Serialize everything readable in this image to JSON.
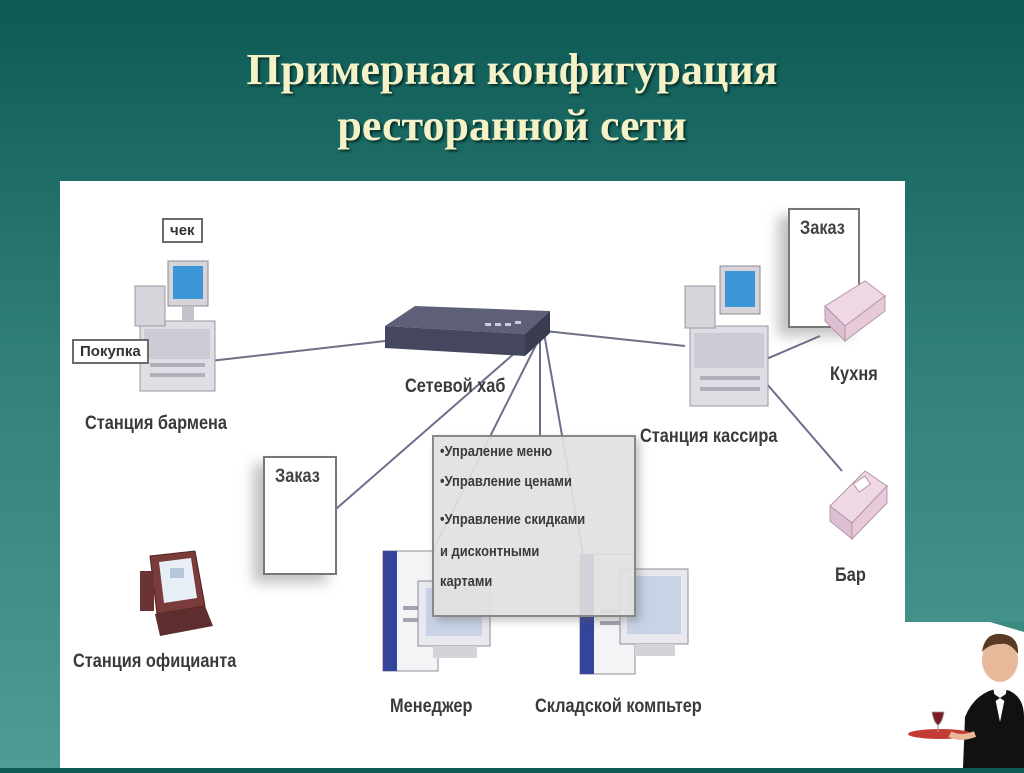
{
  "title": {
    "line1": "Примерная конфигурация",
    "line2": "ресторанной сети"
  },
  "diagram": {
    "hub_label": "Сетевой хаб",
    "bartender": {
      "label": "Станция бармена",
      "check_tag": "чек",
      "purchase_tag": "Покупка"
    },
    "waiter": {
      "label": "Станция официанта",
      "order_tag": "Заказ"
    },
    "cashier": {
      "label": "Станция кассира",
      "order_tag": "Заказ"
    },
    "kitchen_label": "Кухня",
    "bar_label": "Бар",
    "manager_label": "Менеджер",
    "warehouse_label": "Складской компьтер",
    "features": [
      "•Упраление меню",
      "•Управление ценами",
      "•Управление скидками",
      " и дисконтными",
      " картами"
    ]
  },
  "colors": {
    "background": "#2f7f78",
    "title": "#f6f2c8",
    "panel": "#ffffff",
    "link": "#6e6e8a",
    "hub": "#45475e"
  },
  "icons": [
    "pos-terminal-icon",
    "network-hub-icon",
    "printer-icon",
    "desktop-computer-icon",
    "waiter-photo"
  ]
}
